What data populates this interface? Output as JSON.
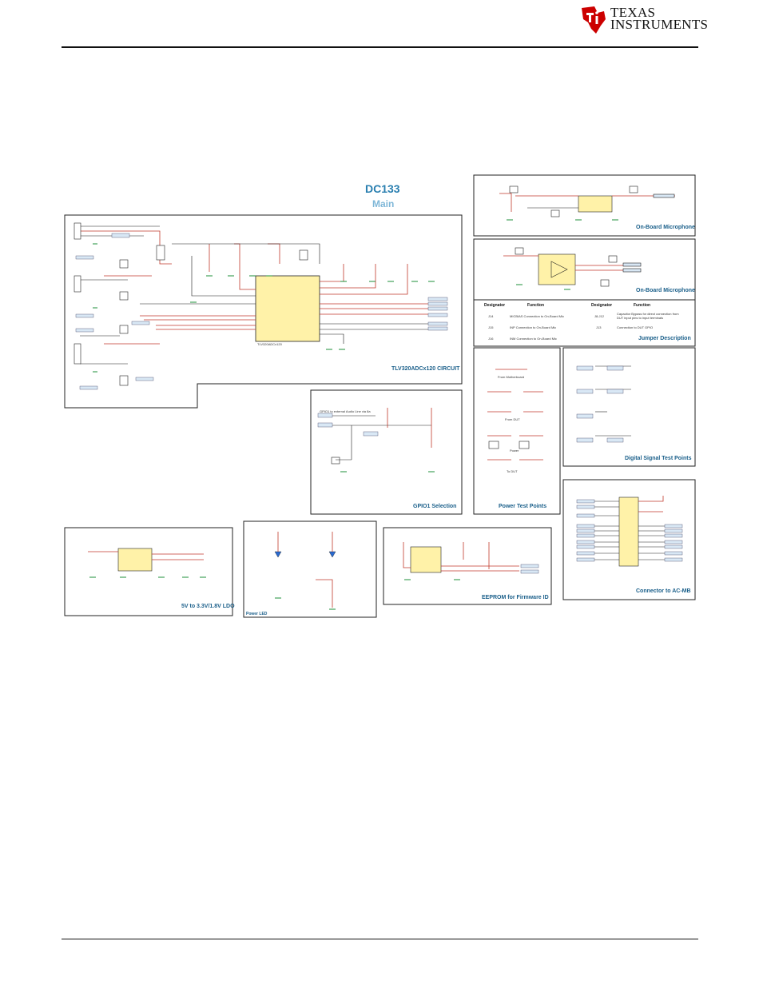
{
  "header": {
    "brand_line1": "Texas",
    "brand_line2": "Instruments"
  },
  "diagram": {
    "title": "DC133",
    "subtitle": "Main",
    "panels": {
      "main_circuit": "TLV320ADCx120 CIRCUIT",
      "onboard_mic_1": "On-Board Microphone",
      "onboard_mic_2": "On-Board Microphone",
      "jumper_description": "Jumper Description",
      "gpio1_selection": "GPIO1 Selection",
      "power_test_points": "Power Test Points",
      "digital_test_points": "Digital Signal Test Points",
      "ldo": "5V to 3.3V/1.8V LDO",
      "power_led": "Power LED",
      "eeprom": "EEPROM for Firmware ID",
      "connector": "Connector to AC-MB"
    },
    "jumper_table": {
      "headers": [
        "Designator",
        "Function",
        "Designator",
        "Function"
      ],
      "rows": [
        [
          "J14",
          "MICBIAS Connection to On-Board Mic",
          "J8-J12",
          "Capacitor Bypass for direct connection from DUT input pins to input terminals"
        ],
        [
          "J15",
          "INP Connection to On-Board Mic",
          "J13",
          "Connection to DUT GPIO"
        ],
        [
          "J16",
          "INM Connection to On-Board Mic",
          "",
          ""
        ]
      ]
    },
    "test_point_groups": {
      "from_motherboard": "From Motherboard",
      "from_dut": "From DUT",
      "power": "Power",
      "to_dut": "To DUT"
    },
    "gpio1_note": "GPIO1 to external Audio Line via 8a",
    "main_ic": "TLV320ADCx120",
    "colors": {
      "wire": "#1a1a1a",
      "red_wire": "#c0392b",
      "panel_border": "#222222",
      "label_blue": "#1a5f8a",
      "title_blue": "#2a7fb0",
      "ic_fill": "#fff2a8",
      "gnd_green": "#1e8f3a",
      "net_fill": "#d9e8f5"
    }
  }
}
